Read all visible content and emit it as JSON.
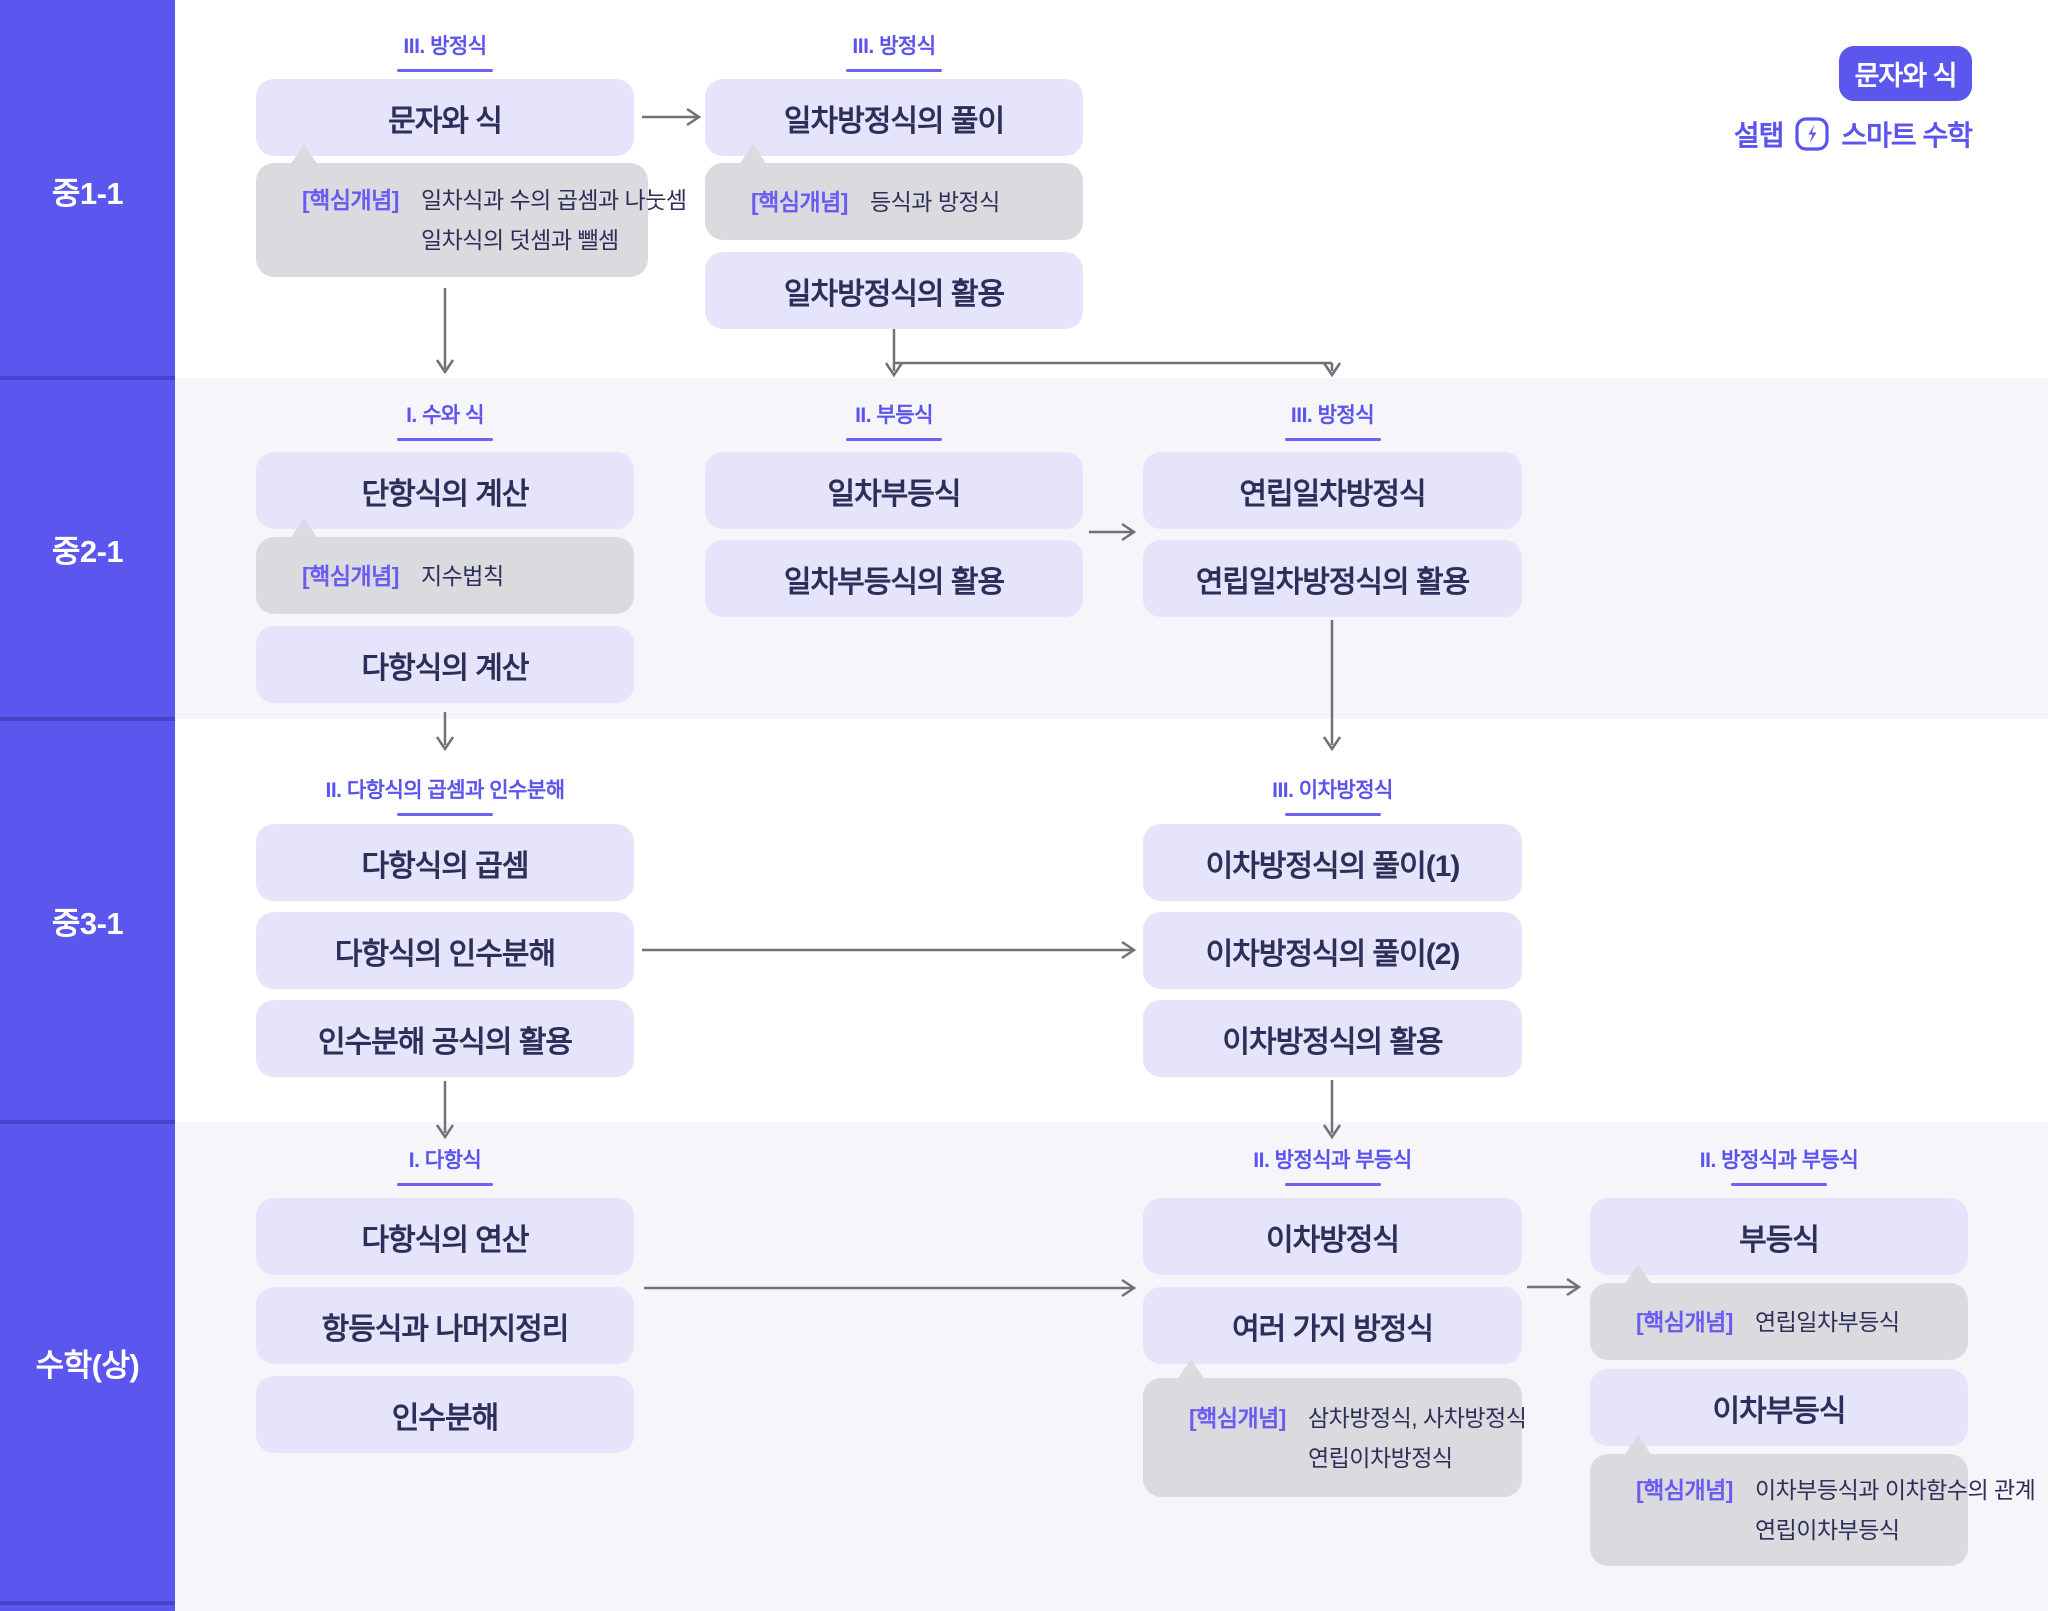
{
  "colors": {
    "sidebar": "#5a56ee",
    "sidebar_divider": "#4643c8",
    "row_alt_bg": "#f5f5fa",
    "row_bg": "#ffffff",
    "topic_box_bg": "#e5e4fb",
    "topic_text": "#2e2e5a",
    "callout_bg": "#dbdade",
    "accent_purple": "#5b54ee",
    "arrow_gray": "#71717a"
  },
  "sidebar": {
    "rows": [
      {
        "label": "중1-1"
      },
      {
        "label": "중2-1"
      },
      {
        "label": "중3-1"
      },
      {
        "label": "수학(상)"
      }
    ]
  },
  "top_right": {
    "badge_label": "문자와 식",
    "brand_name": "설탭",
    "brand_icon": "lightning-bolt-icon",
    "brand_suffix": "스마트 수학"
  },
  "rows": {
    "r1": {
      "colA": {
        "unit": "III. 방정식",
        "box1": "문자와 식",
        "callout": {
          "label": "[핵심개념]",
          "lines": [
            "일차식과 수의 곱셈과 나눗셈",
            "일차식의 덧셈과 뺄셈"
          ]
        }
      },
      "colB": {
        "unit": "III. 방정식",
        "box1": "일차방정식의 풀이",
        "callout": {
          "label": "[핵심개념]",
          "lines": [
            "등식과 방정식"
          ]
        },
        "box2": "일차방정식의 활용"
      }
    },
    "r2": {
      "colA": {
        "unit": "I. 수와 식",
        "box1": "단항식의 계산",
        "callout": {
          "label": "[핵심개념]",
          "lines": [
            "지수법칙"
          ]
        },
        "box2": "다항식의 계산"
      },
      "colB": {
        "unit": "II. 부등식",
        "box1": "일차부등식",
        "box2": "일차부등식의 활용"
      },
      "colC": {
        "unit": "III. 방정식",
        "box1": "연립일차방정식",
        "box2": "연립일차방정식의 활용"
      }
    },
    "r3": {
      "colA": {
        "unit": "II. 다항식의 곱셈과 인수분해",
        "box1": "다항식의 곱셈",
        "box2": "다항식의 인수분해",
        "box3": "인수분해 공식의 활용"
      },
      "colC": {
        "unit": "III. 이차방정식",
        "box1": "이차방정식의 풀이(1)",
        "box2": "이차방정식의 풀이(2)",
        "box3": "이차방정식의 활용"
      }
    },
    "r4": {
      "colA": {
        "unit": "I. 다항식",
        "box1": "다항식의 연산",
        "box2": "항등식과 나머지정리",
        "box3": "인수분해"
      },
      "colC": {
        "unit": "II. 방정식과 부등식",
        "box1": "이차방정식",
        "box2": "여러 가지 방정식",
        "callout": {
          "label": "[핵심개념]",
          "lines": [
            "삼차방정식, 사차방정식",
            "연립이차방정식"
          ]
        }
      },
      "colD": {
        "unit": "II. 방정식과 부등식",
        "box1": "부등식",
        "callout1": {
          "label": "[핵심개념]",
          "lines": [
            "연립일차부등식"
          ]
        },
        "box2": "이차부등식",
        "callout2": {
          "label": "[핵심개념]",
          "lines": [
            "이차부등식과 이차함수의 관계",
            "연립이차부등식"
          ]
        }
      }
    }
  }
}
